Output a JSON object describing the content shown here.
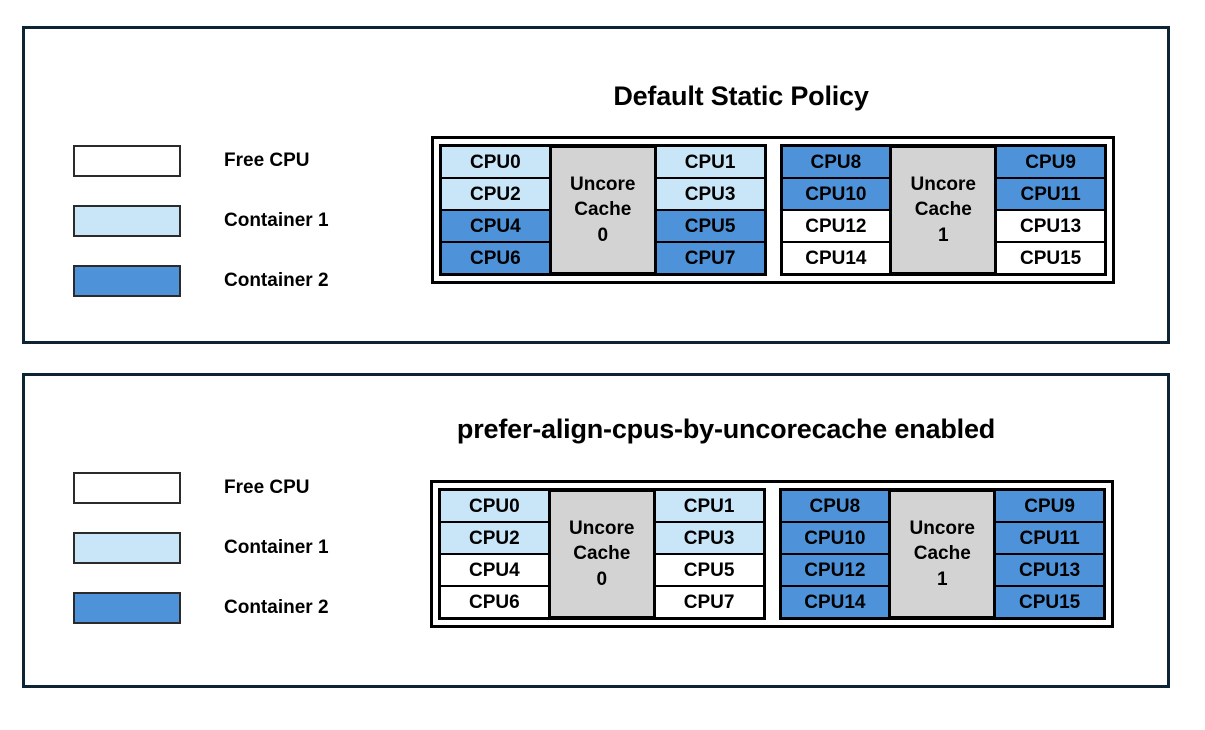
{
  "panels": [
    {
      "title": "Default Static Policy",
      "legend": [
        {
          "label": "Free CPU",
          "swatch": "free",
          "color": "#ffffff"
        },
        {
          "label": "Container 1",
          "swatch": "container1",
          "color": "#c8e6f7"
        },
        {
          "label": "Container 2",
          "swatch": "container2",
          "color": "#4e93d9"
        }
      ],
      "diagram": {
        "groups": [
          {
            "cache_label_line1": "Uncore",
            "cache_label_line2": "Cache",
            "cache_label_line3": "0",
            "left_column": [
              {
                "label": "CPU0",
                "state": "container1"
              },
              {
                "label": "CPU2",
                "state": "container1"
              },
              {
                "label": "CPU4",
                "state": "container2"
              },
              {
                "label": "CPU6",
                "state": "container2"
              }
            ],
            "right_column": [
              {
                "label": "CPU1",
                "state": "container1"
              },
              {
                "label": "CPU3",
                "state": "container1"
              },
              {
                "label": "CPU5",
                "state": "container2"
              },
              {
                "label": "CPU7",
                "state": "container2"
              }
            ]
          },
          {
            "cache_label_line1": "Uncore",
            "cache_label_line2": "Cache",
            "cache_label_line3": "1",
            "left_column": [
              {
                "label": "CPU8",
                "state": "container2"
              },
              {
                "label": "CPU10",
                "state": "container2"
              },
              {
                "label": "CPU12",
                "state": "free"
              },
              {
                "label": "CPU14",
                "state": "free"
              }
            ],
            "right_column": [
              {
                "label": "CPU9",
                "state": "container2"
              },
              {
                "label": "CPU11",
                "state": "container2"
              },
              {
                "label": "CPU13",
                "state": "free"
              },
              {
                "label": "CPU15",
                "state": "free"
              }
            ]
          }
        ]
      }
    },
    {
      "title": "prefer-align-cpus-by-uncorecache enabled",
      "legend": [
        {
          "label": "Free CPU",
          "swatch": "free",
          "color": "#ffffff"
        },
        {
          "label": "Container 1",
          "swatch": "container1",
          "color": "#c8e6f7"
        },
        {
          "label": "Container 2",
          "swatch": "container2",
          "color": "#4e93d9"
        }
      ],
      "diagram": {
        "groups": [
          {
            "cache_label_line1": "Uncore",
            "cache_label_line2": "Cache",
            "cache_label_line3": "0",
            "left_column": [
              {
                "label": "CPU0",
                "state": "container1"
              },
              {
                "label": "CPU2",
                "state": "container1"
              },
              {
                "label": "CPU4",
                "state": "free"
              },
              {
                "label": "CPU6",
                "state": "free"
              }
            ],
            "right_column": [
              {
                "label": "CPU1",
                "state": "container1"
              },
              {
                "label": "CPU3",
                "state": "container1"
              },
              {
                "label": "CPU5",
                "state": "free"
              },
              {
                "label": "CPU7",
                "state": "free"
              }
            ]
          },
          {
            "cache_label_line1": "Uncore",
            "cache_label_line2": "Cache",
            "cache_label_line3": "1",
            "left_column": [
              {
                "label": "CPU8",
                "state": "container2"
              },
              {
                "label": "CPU10",
                "state": "container2"
              },
              {
                "label": "CPU12",
                "state": "container2"
              },
              {
                "label": "CPU14",
                "state": "container2"
              }
            ],
            "right_column": [
              {
                "label": "CPU9",
                "state": "container2"
              },
              {
                "label": "CPU11",
                "state": "container2"
              },
              {
                "label": "CPU13",
                "state": "container2"
              },
              {
                "label": "CPU15",
                "state": "container2"
              }
            ]
          }
        ]
      }
    }
  ],
  "colors": {
    "panel_border": "#0c2433",
    "free": "#ffffff",
    "container1": "#c8e6f7",
    "container2": "#4e93d9",
    "cache": "#d3d3d3",
    "text": "#000000"
  }
}
